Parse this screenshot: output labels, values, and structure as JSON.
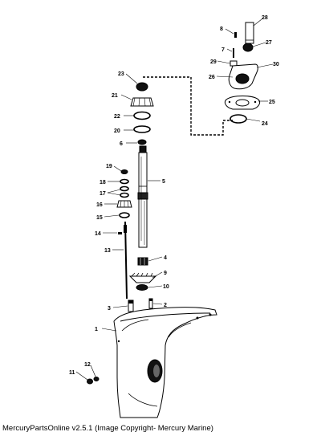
{
  "callouts": [
    "1",
    "2",
    "3",
    "4",
    "5",
    "6",
    "7",
    "8",
    "9",
    "10",
    "11",
    "12",
    "13",
    "14",
    "15",
    "16",
    "17",
    "18",
    "19",
    "20",
    "21",
    "22",
    "23",
    "24",
    "25",
    "26",
    "27",
    "28",
    "29",
    "30"
  ],
  "footer": {
    "text": "MercuryPartsOnline v2.5.1 (Image Copyright- Mercury Marine)"
  },
  "colors": {
    "ink": "#000000",
    "background": "#ffffff"
  }
}
